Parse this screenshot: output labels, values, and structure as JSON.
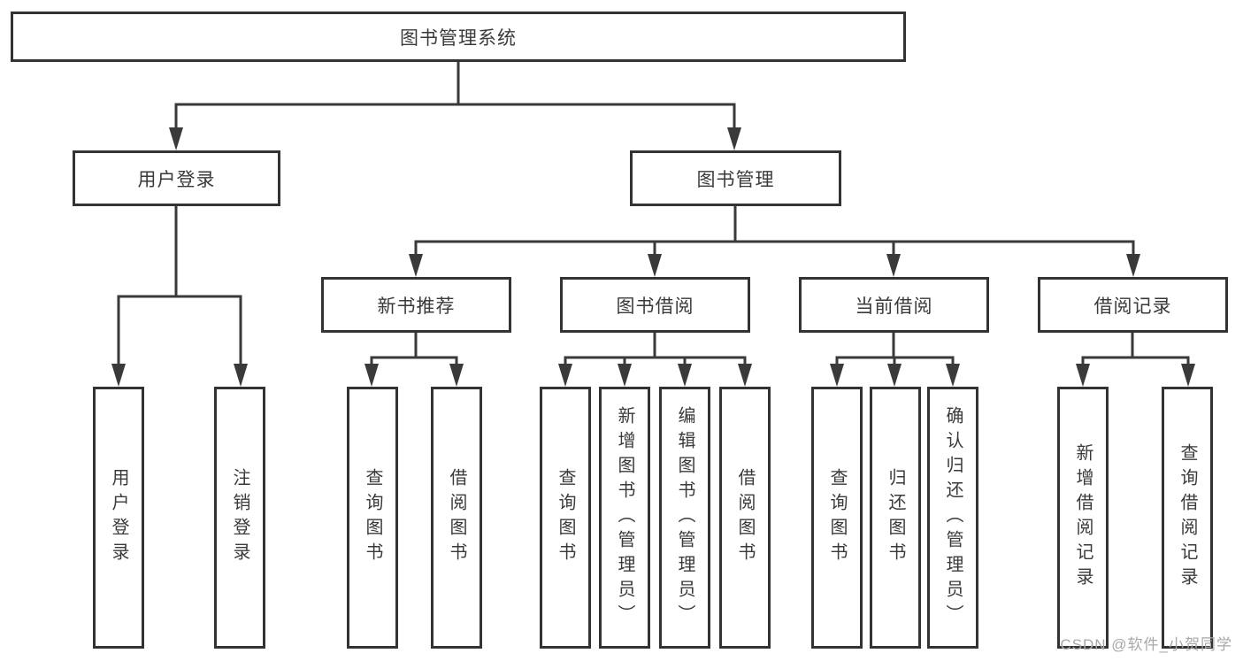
{
  "tree": {
    "label": "图书管理系统",
    "children": [
      {
        "label": "用户登录",
        "children": [
          {
            "label": "用户登录"
          },
          {
            "label": "注销登录"
          }
        ]
      },
      {
        "label": "图书管理",
        "children": [
          {
            "label": "新书推荐",
            "children": [
              {
                "label": "查询图书"
              },
              {
                "label": "借阅图书"
              }
            ]
          },
          {
            "label": "图书借阅",
            "children": [
              {
                "label": "查询图书"
              },
              {
                "label": "新增图书（管理员）"
              },
              {
                "label": "编辑图书（管理员）"
              },
              {
                "label": "借阅图书"
              }
            ]
          },
          {
            "label": "当前借阅",
            "children": [
              {
                "label": "查询图书"
              },
              {
                "label": "归还图书"
              },
              {
                "label": "确认归还（管理员）"
              }
            ]
          },
          {
            "label": "借阅记录",
            "children": [
              {
                "label": "新增借阅记录"
              },
              {
                "label": "查询借阅记录"
              }
            ]
          }
        ]
      }
    ]
  },
  "watermark": "CSDN @软件_小贺同学",
  "colors": {
    "line": "#3a3a3a",
    "box_border": "#333333",
    "text": "#3a3a3a",
    "watermark": "#a8a8a8",
    "background": "#ffffff"
  }
}
